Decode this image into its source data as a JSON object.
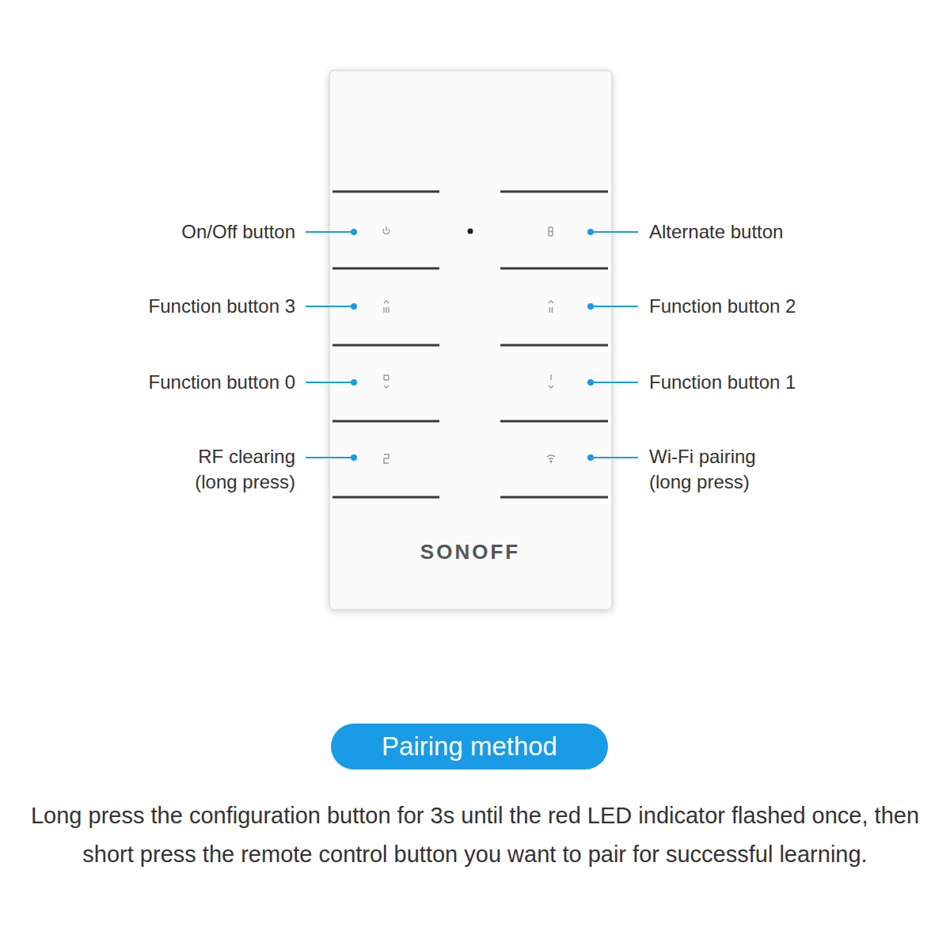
{
  "diagram": {
    "caption": "Long press the configuration button for 3s until  the red LED indicator flashed once, then short press the remote control button you want to pair for successful learning.",
    "nodes": [
      {
        "text": [
          "SONOFF"
        ]
      },
      {
        "text": [
          "Pairing method"
        ]
      }
    ],
    "labels": [
      "On/Off button",
      "Alternate button",
      "Function button 3",
      "Function button 2",
      "Function button 0",
      "Function button 1",
      "RF clearing (long press)",
      "Wi-Fi pairing (long press)"
    ]
  }
}
